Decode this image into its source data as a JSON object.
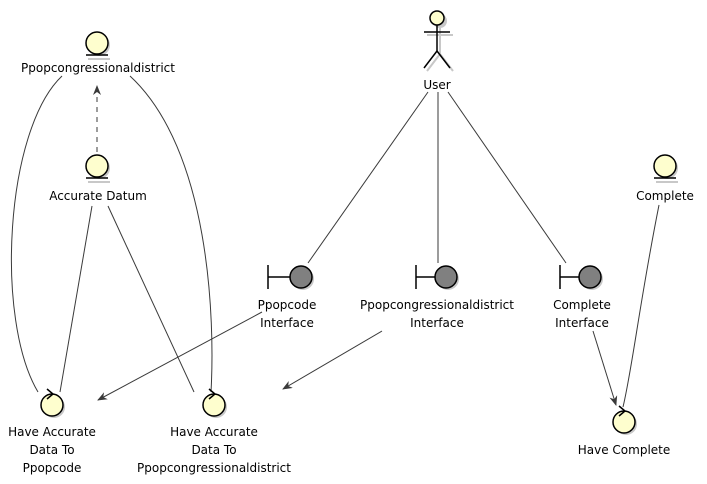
{
  "diagram": {
    "actor_user": {
      "label": "User"
    },
    "entities": {
      "ppopcongressionaldistrict": {
        "label": "Ppopcongressionaldistrict"
      },
      "accurate_datum": {
        "label": "Accurate Datum"
      },
      "complete": {
        "label": "Complete"
      }
    },
    "boundaries": {
      "ppopcode_interface": {
        "line1": "Ppopcode",
        "line2": "Interface"
      },
      "ppopcongressionaldistrict_interface": {
        "line1": "Ppopcongressionaldistrict",
        "line2": "Interface"
      },
      "complete_interface": {
        "line1": "Complete",
        "line2": "Interface"
      }
    },
    "controls": {
      "have_accurate_data_to_ppopcode": {
        "line1": "Have Accurate",
        "line2": "Data To",
        "line3": "Ppopcode"
      },
      "have_accurate_data_to_ppopcongressionaldistrict": {
        "line1": "Have Accurate",
        "line2": "Data To",
        "line3": "Ppopcongressionaldistrict"
      },
      "have_complete": {
        "line1": "Have Complete"
      }
    },
    "colors": {
      "icon_fill": "#FEFECE",
      "icon_stroke": "#000000",
      "boundary_fill": "#808080",
      "line": "#3a3a3a",
      "shadow": "#c8c8c8"
    }
  }
}
